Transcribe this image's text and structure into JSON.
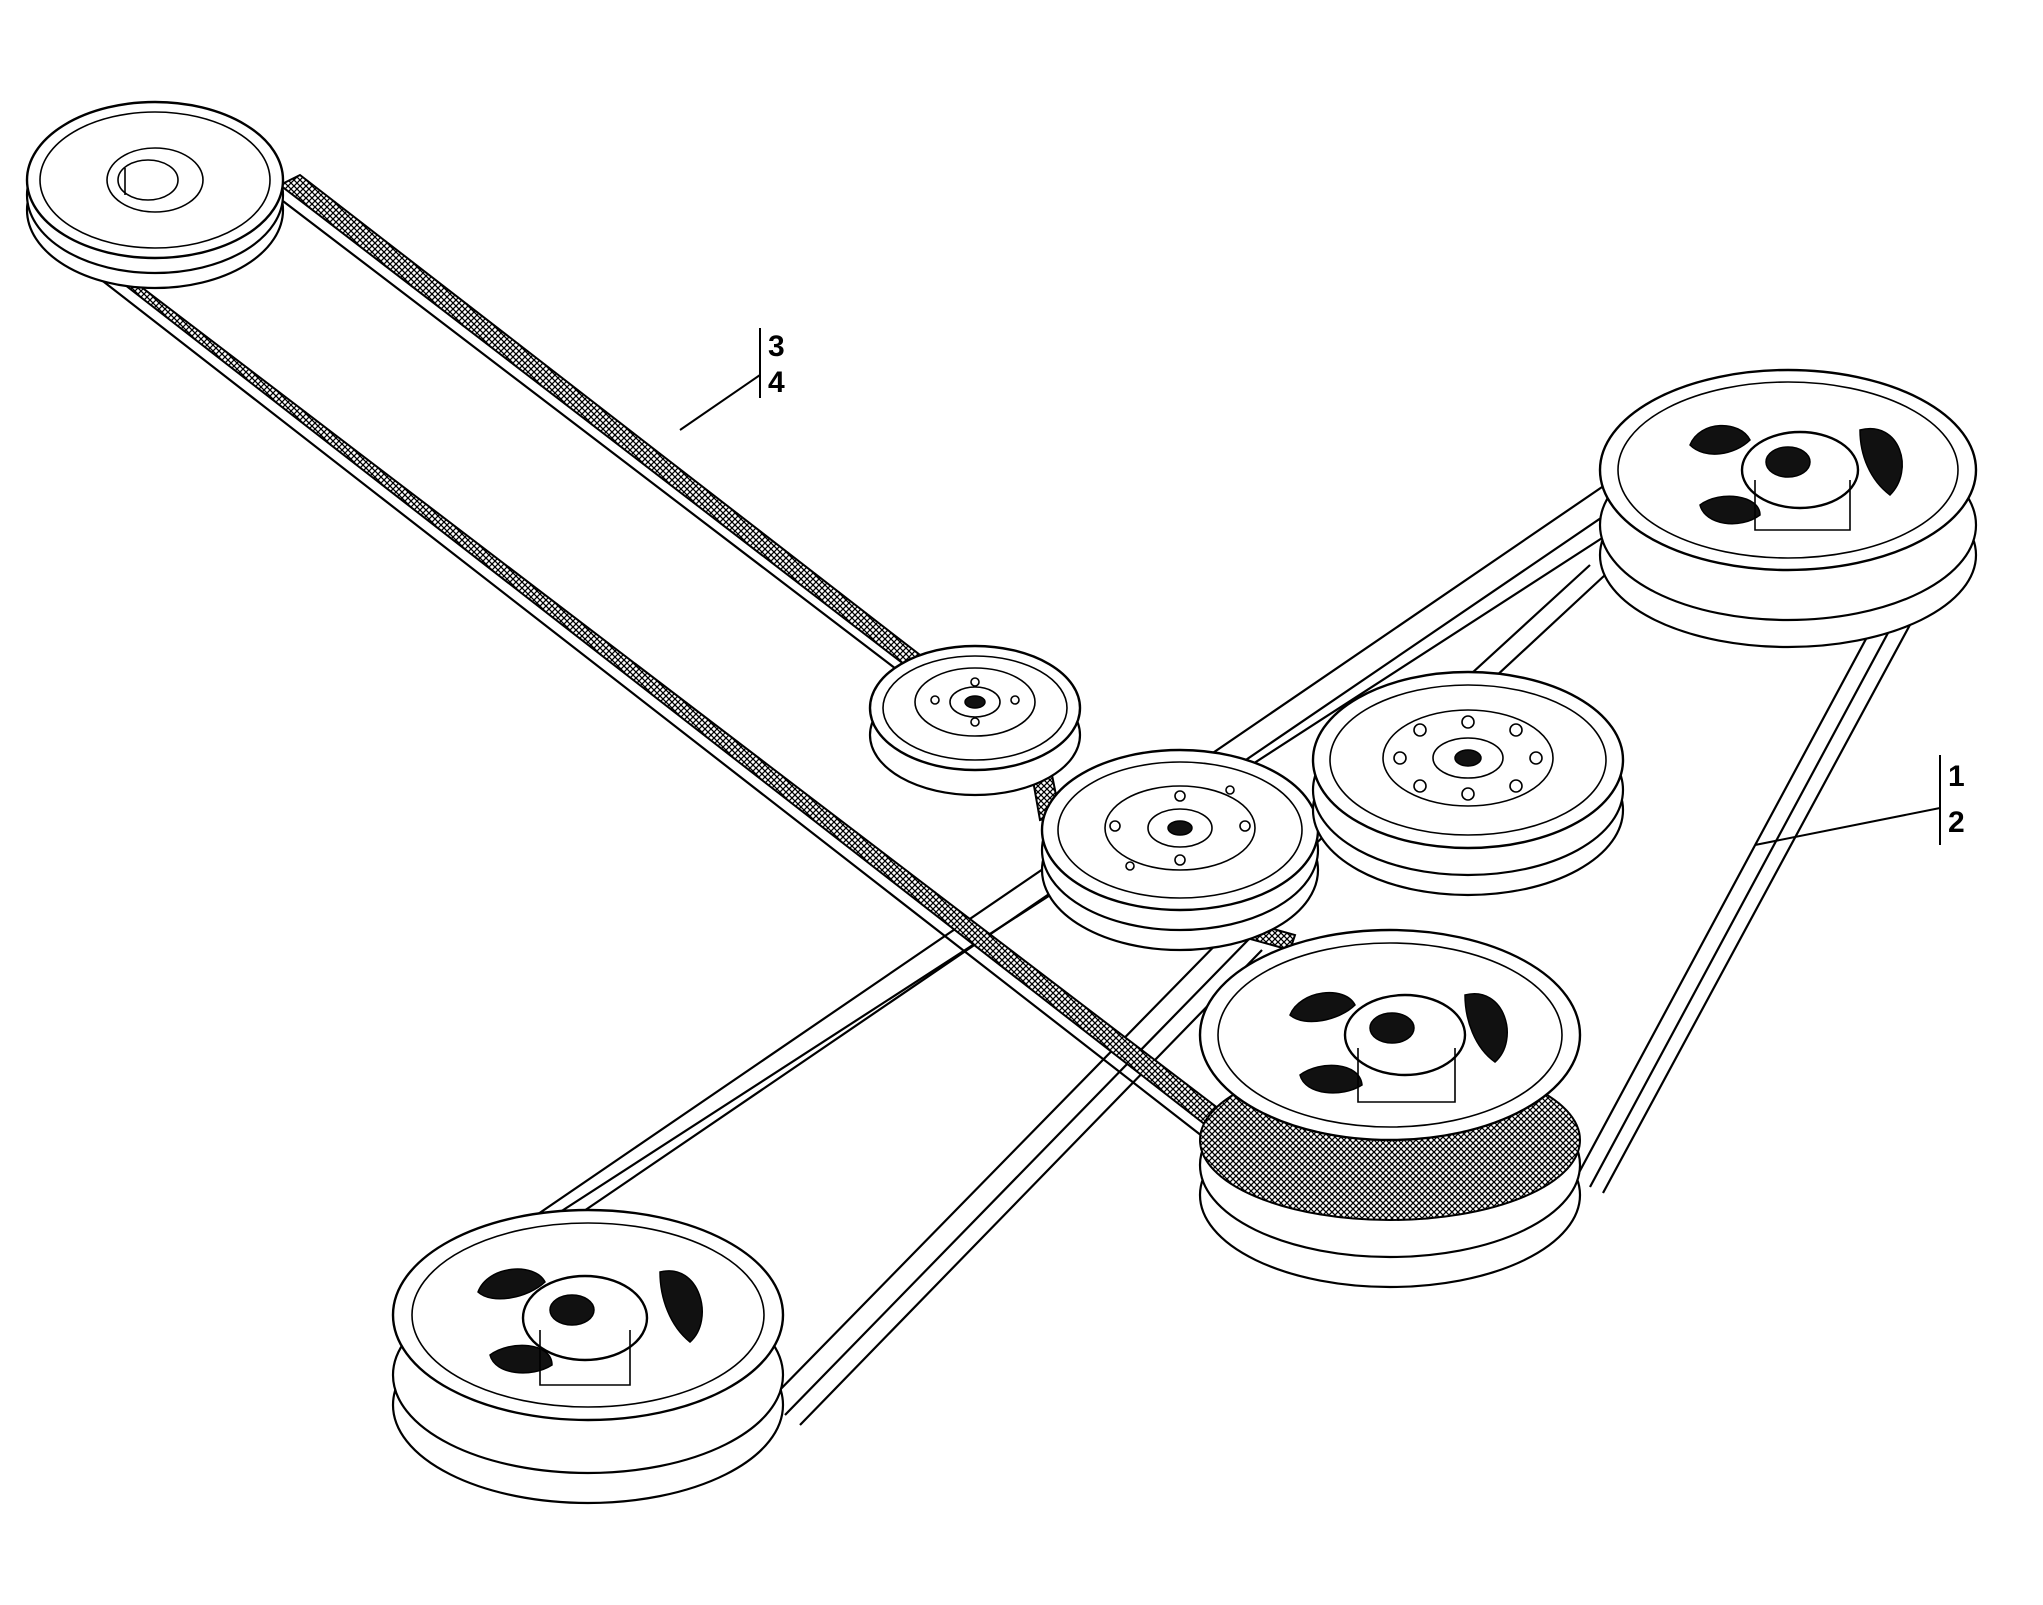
{
  "callouts": [
    {
      "id": "callout-3-4",
      "numbers": [
        "3",
        "4"
      ]
    },
    {
      "id": "callout-1-2",
      "numbers": [
        "1",
        "2"
      ]
    }
  ],
  "colors": {
    "line": "#000000",
    "background": "#ffffff"
  }
}
